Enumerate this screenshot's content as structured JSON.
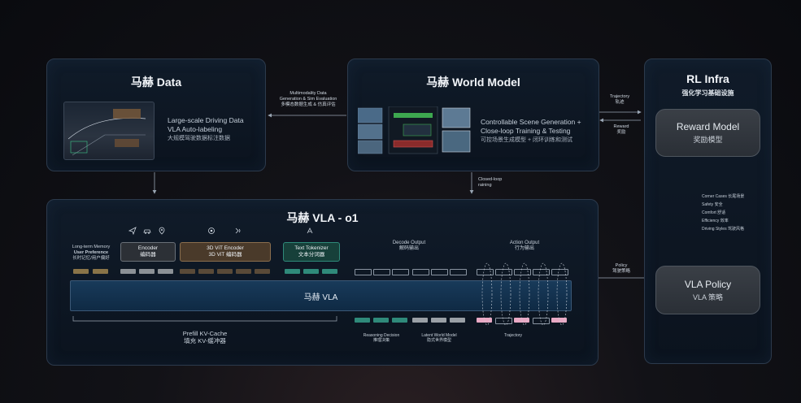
{
  "data_panel": {
    "title": "马赫 Data",
    "desc_line1": "Large-scale Driving Data",
    "desc_line2": "VLA Auto-labeling",
    "desc_zh": "大规模驾驶数据标注数据"
  },
  "world_model_panel": {
    "title": "马赫 World Model",
    "desc_line1": "Controllable Scene Generation +",
    "desc_line2": "Close-loop Training & Testing",
    "desc_zh": "可控场景生成模型 + 闭环训练和测试"
  },
  "rl_panel": {
    "title": "RL Infra",
    "subtitle": "强化学习基础设施",
    "reward_model_en": "Reward Model",
    "reward_model_zh": "奖励模型",
    "vla_policy_en": "VLA Policy",
    "vla_policy_zh": "VLA 策略",
    "criteria": [
      "Corner Cases 长尾场景",
      "Safety 安全",
      "Comfort 舒适",
      "Efficiency 效率",
      "Driving Styles 驾驶风格"
    ]
  },
  "arrows": {
    "multimodality_line1": "Multimodality Data",
    "multimodality_line2": "Generation & Sim Evaluation",
    "multimodality_zh": "多模态数据生成 & 仿真评估",
    "trajectory_en": "Trajectory",
    "trajectory_zh": "轨迹",
    "reward_en": "Reward",
    "reward_zh": "奖励",
    "closed_loop_line1": "Closed-loop",
    "closed_loop_line2": "raining",
    "policy_en": "Policy",
    "policy_zh": "驾驶策略"
  },
  "vla_panel": {
    "title": "马赫 VLA - o1",
    "memory_line1": "Long-term Memory",
    "memory_line2": "User Preference",
    "memory_zh": "长时记忆/用户偏好",
    "encoder_en": "Encoder",
    "encoder_zh": "编码器",
    "vit_en": "3D ViT Encoder",
    "vit_zh": "3D ViT 编码器",
    "tokenizer_en": "Text Tokenizer",
    "tokenizer_zh": "文本分词器",
    "decode_output_en": "Decode Output",
    "decode_output_zh": "解码输出",
    "action_output_en": "Action Output",
    "action_output_zh": "行为输出",
    "core_label": "马赫 VLA",
    "prefill_en": "Prefill KV-Cache",
    "prefill_zh": "填充 KV-缓冲器",
    "reasoning_en": "Reasoning Decision",
    "reasoning_zh": "推理决策",
    "latent_en": "Latent World Model",
    "latent_zh": "隐式世界模型",
    "trajectory_label": "Trajectory"
  },
  "colors": {
    "memory": "#8a7448",
    "encoder": "#8c9196",
    "vit": "#6b5a44",
    "tokenizer": "#2f8a7a",
    "reasoning": "#2f8a7a",
    "latent": "#9aa0a6",
    "trajectory": "#e8a9c4"
  },
  "icons": [
    "navigation-icon",
    "car-icon",
    "location-pin-icon",
    "camera-icon",
    "lidar-icon",
    "voice-icon"
  ]
}
